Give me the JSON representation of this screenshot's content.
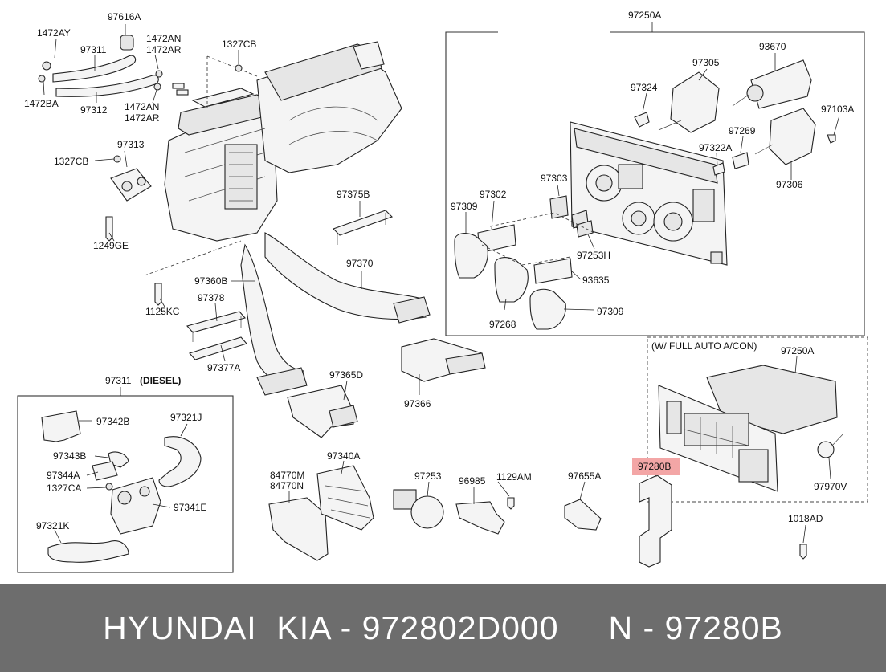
{
  "diagram": {
    "highlight_color": "#f3a6a6",
    "labels": {
      "l97616a": "97616A",
      "l1472ay": "1472AY",
      "l97311": "97311",
      "l1472an_a": "1472AN",
      "l1472ar_a": "1472AR",
      "l1327cb_a": "1327CB",
      "l1472ba": "1472BA",
      "l97312": "97312",
      "l1472an_b": "1472AN",
      "l1472ar_b": "1472AR",
      "l97313": "97313",
      "l1327cb_b": "1327CB",
      "l1249ge": "1249GE",
      "l97375b": "97375B",
      "l97370": "97370",
      "l97360b": "97360B",
      "l1125kc": "1125KC",
      "l97378": "97378",
      "l97377a": "97377A",
      "l97365d": "97365D",
      "l97366": "97366",
      "l97250a_a": "97250A",
      "l97305": "97305",
      "l93670": "93670",
      "l97324": "97324",
      "l97103a": "97103A",
      "l97269": "97269",
      "l97322a": "97322A",
      "l97306": "97306",
      "l97303": "97303",
      "l97302": "97302",
      "l97309_a": "97309",
      "l97253h": "97253H",
      "l93635": "93635",
      "l97268": "97268",
      "l97309_b": "97309",
      "l_fullauto": "(W/ FULL AUTO A/CON)",
      "l97250a_b": "97250A",
      "l97280b": "97280B",
      "l97970v": "97970V",
      "l1018ad": "1018AD",
      "l97311_diesel": "97311",
      "l_diesel": "(DIESEL)",
      "l97342b": "97342B",
      "l97321j": "97321J",
      "l97343b": "97343B",
      "l97344a": "97344A",
      "l1327ca": "1327CA",
      "l97341e": "97341E",
      "l97321k": "97321K",
      "l84770m": "84770M",
      "l84770n": "84770N",
      "l97340a": "97340A",
      "l97253": "97253",
      "l96985": "96985",
      "l1129am": "1129AM",
      "l97655a": "97655A"
    }
  },
  "footer": {
    "text": "HYUNDAI  KIA - 972802D000     N - 97280B",
    "background": "#6d6d6d"
  }
}
